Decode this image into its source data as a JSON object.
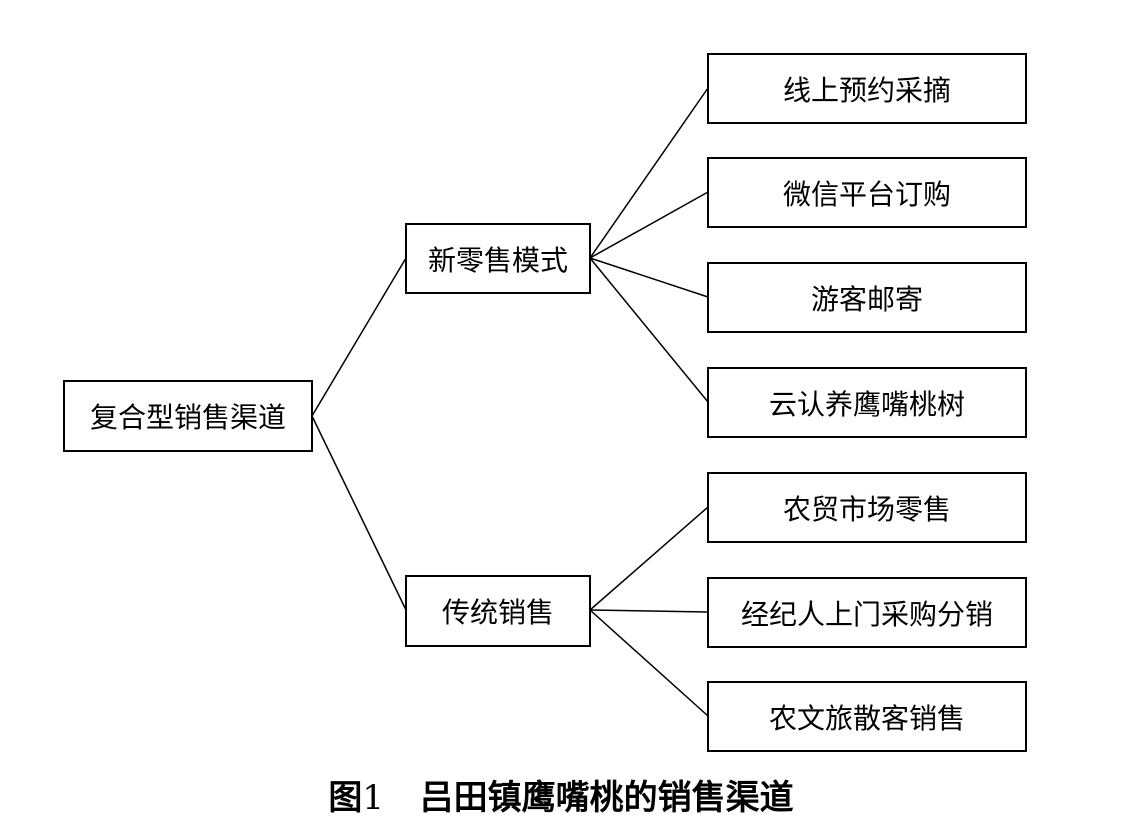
{
  "diagram": {
    "root": {
      "label": "复合型销售渠道"
    },
    "branches": [
      {
        "label": "新零售模式",
        "leaves": [
          "线上预约采摘",
          "微信平台订购",
          "游客邮寄",
          "云认养鹰嘴桃树"
        ]
      },
      {
        "label": "传统销售",
        "leaves": [
          "农贸市场零售",
          "经纪人上门采购分销",
          "农文旅散客销售"
        ]
      }
    ],
    "line_color": "#000000"
  },
  "caption": {
    "prefix": "图",
    "number": "1",
    "title": "吕田镇鹰嘴桃的销售渠道"
  }
}
